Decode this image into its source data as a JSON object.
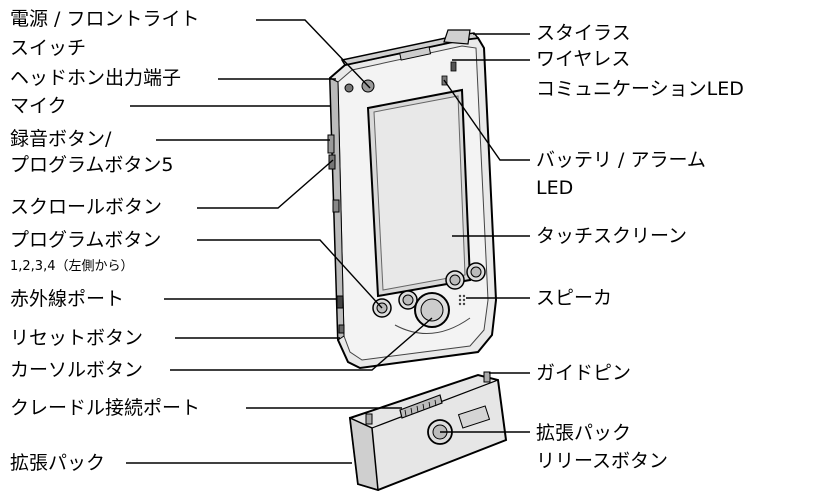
{
  "left_labels": {
    "power": "電源 / フロントライト",
    "power2": "スイッチ",
    "headphone": "ヘッドホン出力端子",
    "mic": "マイク",
    "record": "録音ボタン/",
    "record2": "プログラムボタン5",
    "scroll": "スクロールボタン",
    "program": "プログラムボタン",
    "program2": "1,2,3,4（左側から）",
    "infrared": "赤外線ポート",
    "reset": "リセットボタン",
    "cursor": "カーソルボタン",
    "cradle": "クレードル接続ポート",
    "pack": "拡張パック"
  },
  "right_labels": {
    "stylus": "スタイラス",
    "wireless": "ワイヤレス",
    "wireless2": "コミュニケーションLED",
    "battery": "バッテリ / アラーム",
    "battery2": "LED",
    "touch": "タッチスクリーン",
    "speaker": "スピーカ",
    "guide": "ガイドピン",
    "release": "拡張パック",
    "release2": "リリースボタン"
  }
}
